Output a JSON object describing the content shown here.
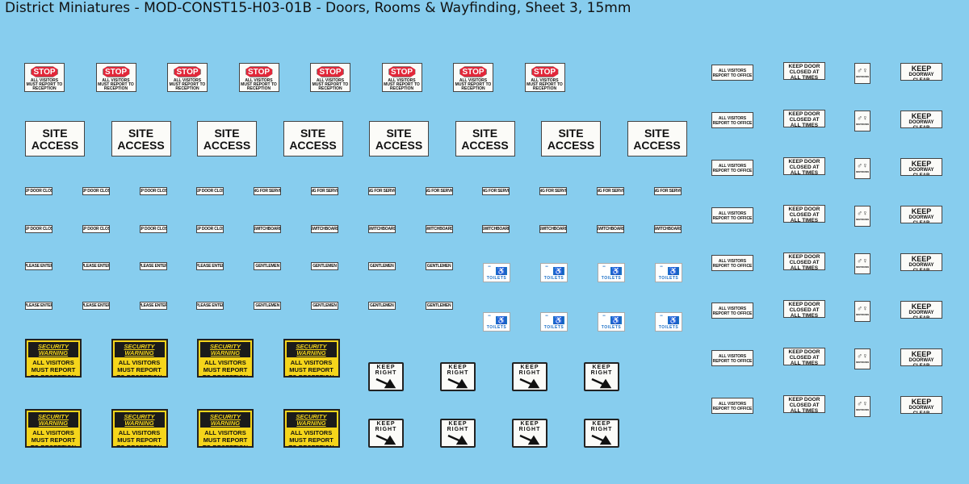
{
  "title": "District Miniatures - MOD-CONST15-H03-01B - Doors, Rooms & Wayfinding, Sheet 3, 15mm",
  "stop_sign": {
    "stop": "STOP",
    "text": "ALL VISITORS MUST REPORT TO RECEPTION"
  },
  "site_access": {
    "line1": "SITE",
    "line2": "ACCESS"
  },
  "small_labels": {
    "keep_door_closed": "KEEP DOOR CLOSED",
    "ring_for_service": "RING FOR SERVICE",
    "switchboard": "SWITCHBOARD",
    "please_enter": "PLEASE ENTER",
    "gentlemen": "GENTLEMEN"
  },
  "security": {
    "header": "SECURITY WARNING",
    "line1": "ALL VISITORS",
    "line2": "MUST REPORT",
    "line3": "TO RECEPTION"
  },
  "toilets": {
    "label": "TOILETS"
  },
  "keep_right": {
    "line1": "KEEP",
    "line2": "RIGHT"
  },
  "right_column": {
    "all_visitors": "ALL VISITORS REPORT TO OFFICE",
    "keep_door": {
      "line1": "KEEP DOOR",
      "line2": "CLOSED AT",
      "line3": "ALL TIMES"
    },
    "restrooms": "RESTROOMS",
    "keep_clear": {
      "line1": "KEEP",
      "line2": "DOORWAY CLEAR"
    }
  },
  "colors": {
    "background": "#87cdee",
    "stop_red": "#e1283a",
    "warning_yellow": "#f5d51b",
    "accessible_blue": "#1a6fc7"
  }
}
